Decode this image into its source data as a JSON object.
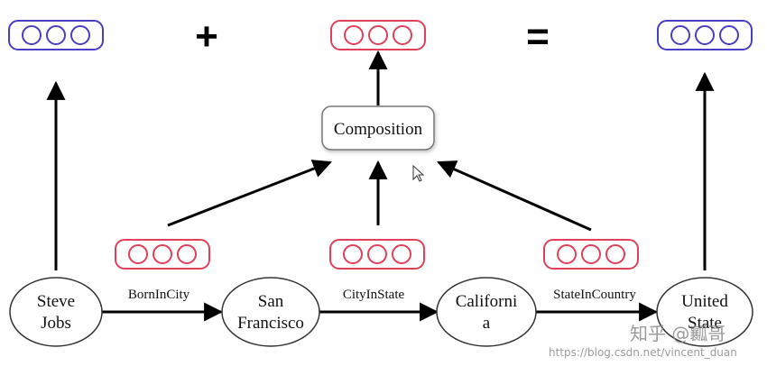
{
  "entities": [
    {
      "id": "steve-jobs",
      "lines": [
        "Steve",
        "Jobs"
      ]
    },
    {
      "id": "san-francisco",
      "lines": [
        "San",
        "Francisco"
      ]
    },
    {
      "id": "california",
      "lines": [
        "Californi",
        "a"
      ]
    },
    {
      "id": "united-states",
      "lines": [
        "United",
        "State"
      ]
    }
  ],
  "relations": [
    {
      "id": "born-in-city",
      "label": "BornInCity"
    },
    {
      "id": "city-in-state",
      "label": "CityInState"
    },
    {
      "id": "state-in-country",
      "label": "StateInCountry"
    }
  ],
  "composition": {
    "label": "Composition"
  },
  "operators": {
    "plus": "+",
    "equals": "="
  },
  "vector": {
    "cells": 3
  },
  "colors": {
    "entity_vector": "#4a3fc2",
    "relation_vector": "#e0405a",
    "arrow": "#000000"
  },
  "watermark": {
    "zhihu": "知乎 @瓤哥",
    "url": "https://blog.csdn.net/vincent_duan"
  }
}
